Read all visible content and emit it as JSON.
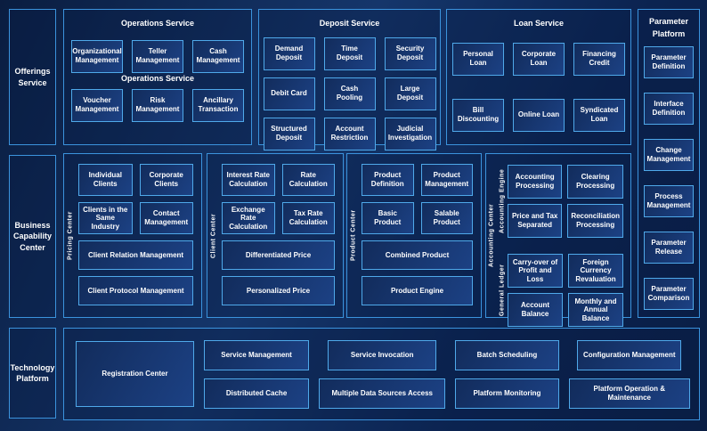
{
  "colors": {
    "background": "#0a1d40",
    "panel_border": "#3b93dd",
    "box_border": "#4fa9ea",
    "box_fill": "#16336a",
    "text": "#ffffff"
  },
  "sidebar": {
    "offerings_service": "Offerings Service",
    "business_capability_center": "Business Capability Center",
    "technology_platform": "Technology Platform"
  },
  "top_row": {
    "operations": {
      "title": "Operations Service",
      "mid_label": "Operations Service",
      "row1": [
        "Organizational Management",
        "Teller Management",
        "Cash Management"
      ],
      "row2": [
        "Voucher Management",
        "Risk Management",
        "Ancillary Transaction"
      ]
    },
    "deposit": {
      "title": "Deposit Service",
      "row1": [
        "Demand Deposit",
        "Time Deposit",
        "Security Deposit"
      ],
      "row2": [
        "Debit Card",
        "Cash Pooling",
        "Large Deposit"
      ],
      "row3": [
        "Structured Deposit",
        "Account Restriction",
        "Judicial Investigation"
      ]
    },
    "loan": {
      "title": "Loan Service",
      "row1": [
        "Personal Loan",
        "Corporate Loan",
        "Financing Credit"
      ],
      "row2": [
        "Bill Discounting",
        "Online Loan",
        "Syndicated Loan"
      ]
    }
  },
  "parameter_platform": {
    "title": "Parameter Platform",
    "items": [
      "Parameter Definition",
      "Interface Definition",
      "Change Management",
      "Process Management",
      "Parameter Release",
      "Parameter Comparison"
    ]
  },
  "middle_row": {
    "pricing_center": {
      "vertical_label": "Pricing Center",
      "grid": [
        "Individual Clients",
        "Corporate Clients",
        "Clients in the Same Industry",
        "Contact Management"
      ],
      "wide": [
        "Client Relation Management",
        "Client Protocol Management"
      ]
    },
    "client_center": {
      "vertical_label": "Client Center",
      "grid": [
        "Interest Rate Calculation",
        "Rate Calculation",
        "Exchange Rate Calculation",
        "Tax Rate Calculation"
      ],
      "wide": [
        "Differentiated Price",
        "Personalized Price"
      ]
    },
    "product_center": {
      "vertical_label": "Product Center",
      "grid": [
        "Product Definition",
        "Product Management",
        "Basic Product",
        "Salable Product"
      ],
      "wide": [
        "Combined Product",
        "Product Engine"
      ]
    },
    "accounting_center": {
      "vertical_label": "Accounting Center",
      "groups": [
        {
          "label": "Accounting Engine",
          "boxes": [
            "Accounting Processing",
            "Clearing Processing",
            "Price and Tax Separated",
            "Reconciliation Processing"
          ]
        },
        {
          "label": "General Ledger",
          "boxes": [
            "Carry-over of Profit and Loss",
            "Foreign Currency Revaluation",
            "Account Balance",
            "Monthly and Annual Balance"
          ]
        }
      ]
    }
  },
  "bottom_row": {
    "registration_center": "Registration Center",
    "columns": [
      [
        "Service Management",
        "Distributed Cache"
      ],
      [
        "Service Invocation",
        "Multiple Data Sources Access"
      ],
      [
        "Batch Scheduling",
        "Platform Monitoring"
      ],
      [
        "Configuration Management",
        "Platform Operation & Maintenance"
      ]
    ]
  }
}
